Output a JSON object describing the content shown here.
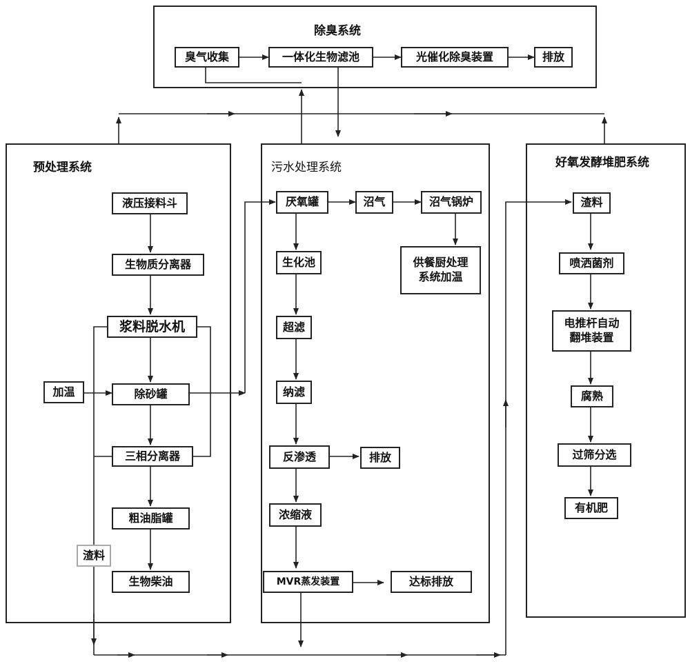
{
  "deodor": {
    "title": "除臭系统",
    "collect": "臭气收集",
    "biofilter": "一体化生物滤池",
    "photocat": "光催化除臭装置",
    "discharge": "排放"
  },
  "pretreat": {
    "title": "预处理系统",
    "hopper": "液压接料斗",
    "separator": "生物质分离器",
    "dewater": "浆料脱水机",
    "heating": "加温",
    "desand": "除砂罐",
    "three_phase": "三相分离器",
    "crude_oil": "粗油脂罐",
    "biodiesel": "生物柴油",
    "residue": "渣料"
  },
  "sewage": {
    "title": "污水处理系统",
    "anaerobic": "厌氧罐",
    "biogas": "沼气",
    "boiler": "沼气锅炉",
    "kitchen_heat": "供餐厨处理\n系统加温",
    "biochem": "生化池",
    "ultra": "超滤",
    "nano": "纳滤",
    "ro": "反渗透",
    "ro_discharge": "排放",
    "concentrate": "浓缩液",
    "mvr": "MVR蒸发装置",
    "standard_discharge": "达标排放"
  },
  "compost": {
    "title": "好氧发酵堆肥系统",
    "residue": "渣料",
    "spray": "喷洒菌剂",
    "turner": "电推杆自动\n翻堆装置",
    "mature": "腐熟",
    "screening": "过筛分选",
    "fertilizer": "有机肥"
  }
}
